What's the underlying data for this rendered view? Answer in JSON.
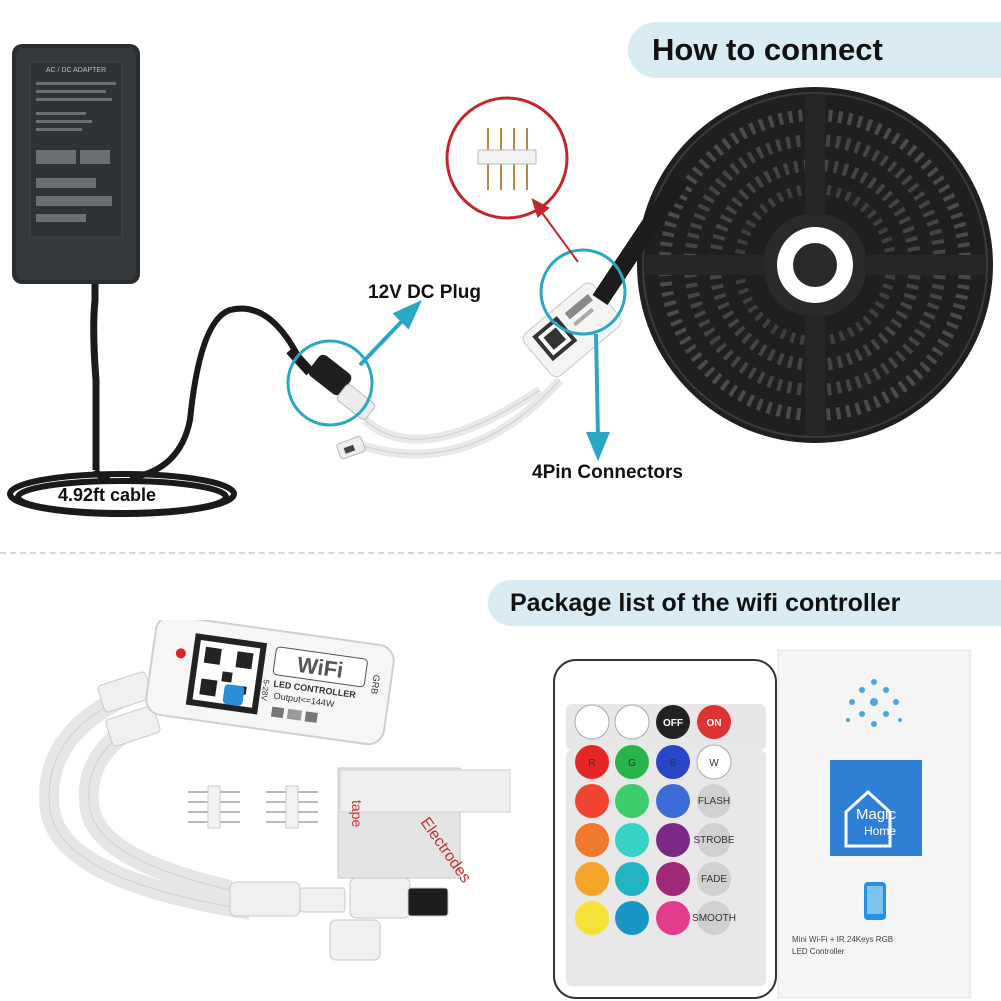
{
  "section_top": {
    "title": "How to connect",
    "labels": {
      "plug": "12V DC Plug",
      "connectors": "4Pin Connectors",
      "cable": "4.92ft cable"
    },
    "adapter_text": "AC / DC ADAPTER"
  },
  "section_bottom": {
    "title": "Package list of the wifi controller",
    "controller": {
      "brand": "WiFi",
      "line1": "LED CONTROLLER",
      "line2": "Output<=144W",
      "side": "GRB",
      "voltage": "5-28V"
    },
    "tape_text": "Electrodes",
    "remote": {
      "off": "OFF",
      "on": "ON",
      "r": "R",
      "g": "G",
      "b": "B",
      "w": "W",
      "flash": "FLASH",
      "strobe": "STROBE",
      "fade": "FADE",
      "smooth": "SMOOTH"
    },
    "manual": {
      "logo_line1": "Magic",
      "logo_line2": "Home",
      "caption_line1": "Mini Wi-Fi + IR 24Keys RGB",
      "caption_line2": "LED Controller"
    }
  },
  "colors": {
    "banner_bg": "#d9ecf3",
    "callout_teal": "#2aa7c2",
    "callout_red": "#c0282d"
  }
}
